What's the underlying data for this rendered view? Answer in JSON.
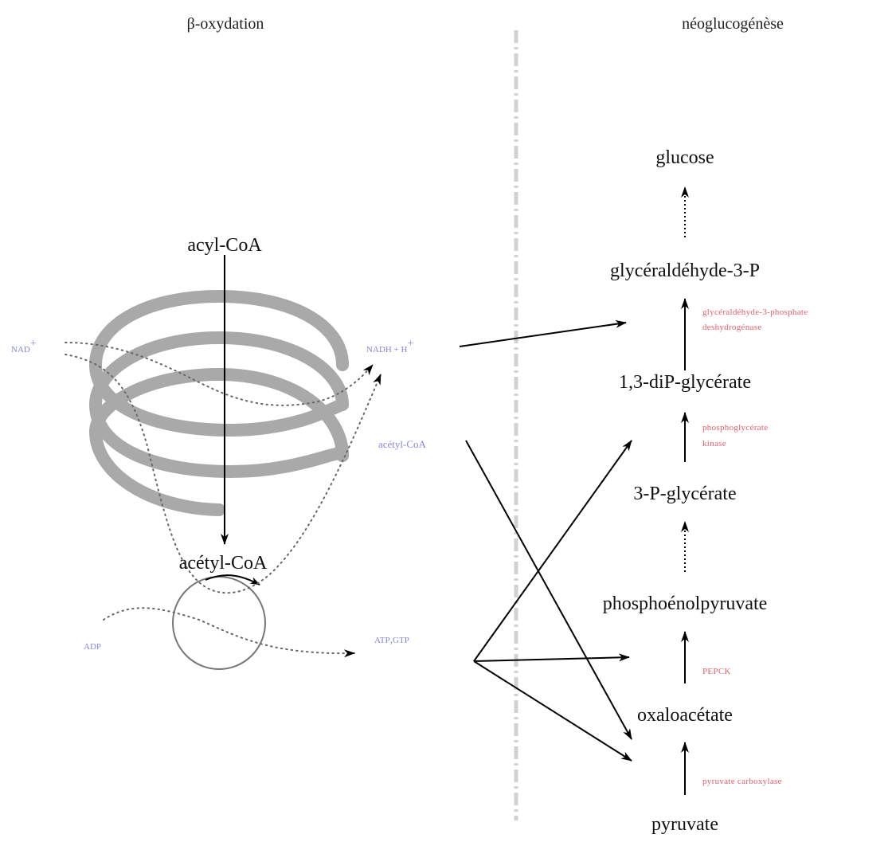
{
  "headers": {
    "left": "β-oxydation",
    "right": "néoglucogénèse"
  },
  "beta_oxidation": {
    "substrate": "acyl-CoA",
    "product": "acétyl-CoA"
  },
  "cofactors": {
    "nad": "NAD",
    "nad_sup": "+",
    "nadh": "NADH + H",
    "nadh_sup": "+",
    "acetyl_coa": "acétyl-CoA",
    "adp": "ADP",
    "atp": "ATP",
    "gtp": "GTP"
  },
  "pathway": {
    "metabolites": [
      "glucose",
      "glycéraldéhyde-3-P",
      "1,3-diP-glycérate",
      "3-P-glycérate",
      "phosphoénolpyruvate",
      "oxaloacétate",
      "pyruvate"
    ],
    "enzymes": {
      "gapdh_line1": "glycéraldéhyde-3-phosphate",
      "gapdh_line2": "deshydrogénase",
      "pgk_line1": "phosphoglycérate",
      "pgk_line2": "kinase",
      "pepck": "PEPCK",
      "pc": "pyruvate carboxylase"
    }
  },
  "colors": {
    "cofactor": "#8a86d6",
    "enzyme": "#e0606e",
    "helix": "#a9a9a9",
    "divider": "#d2d2d2",
    "text": "#111111"
  }
}
